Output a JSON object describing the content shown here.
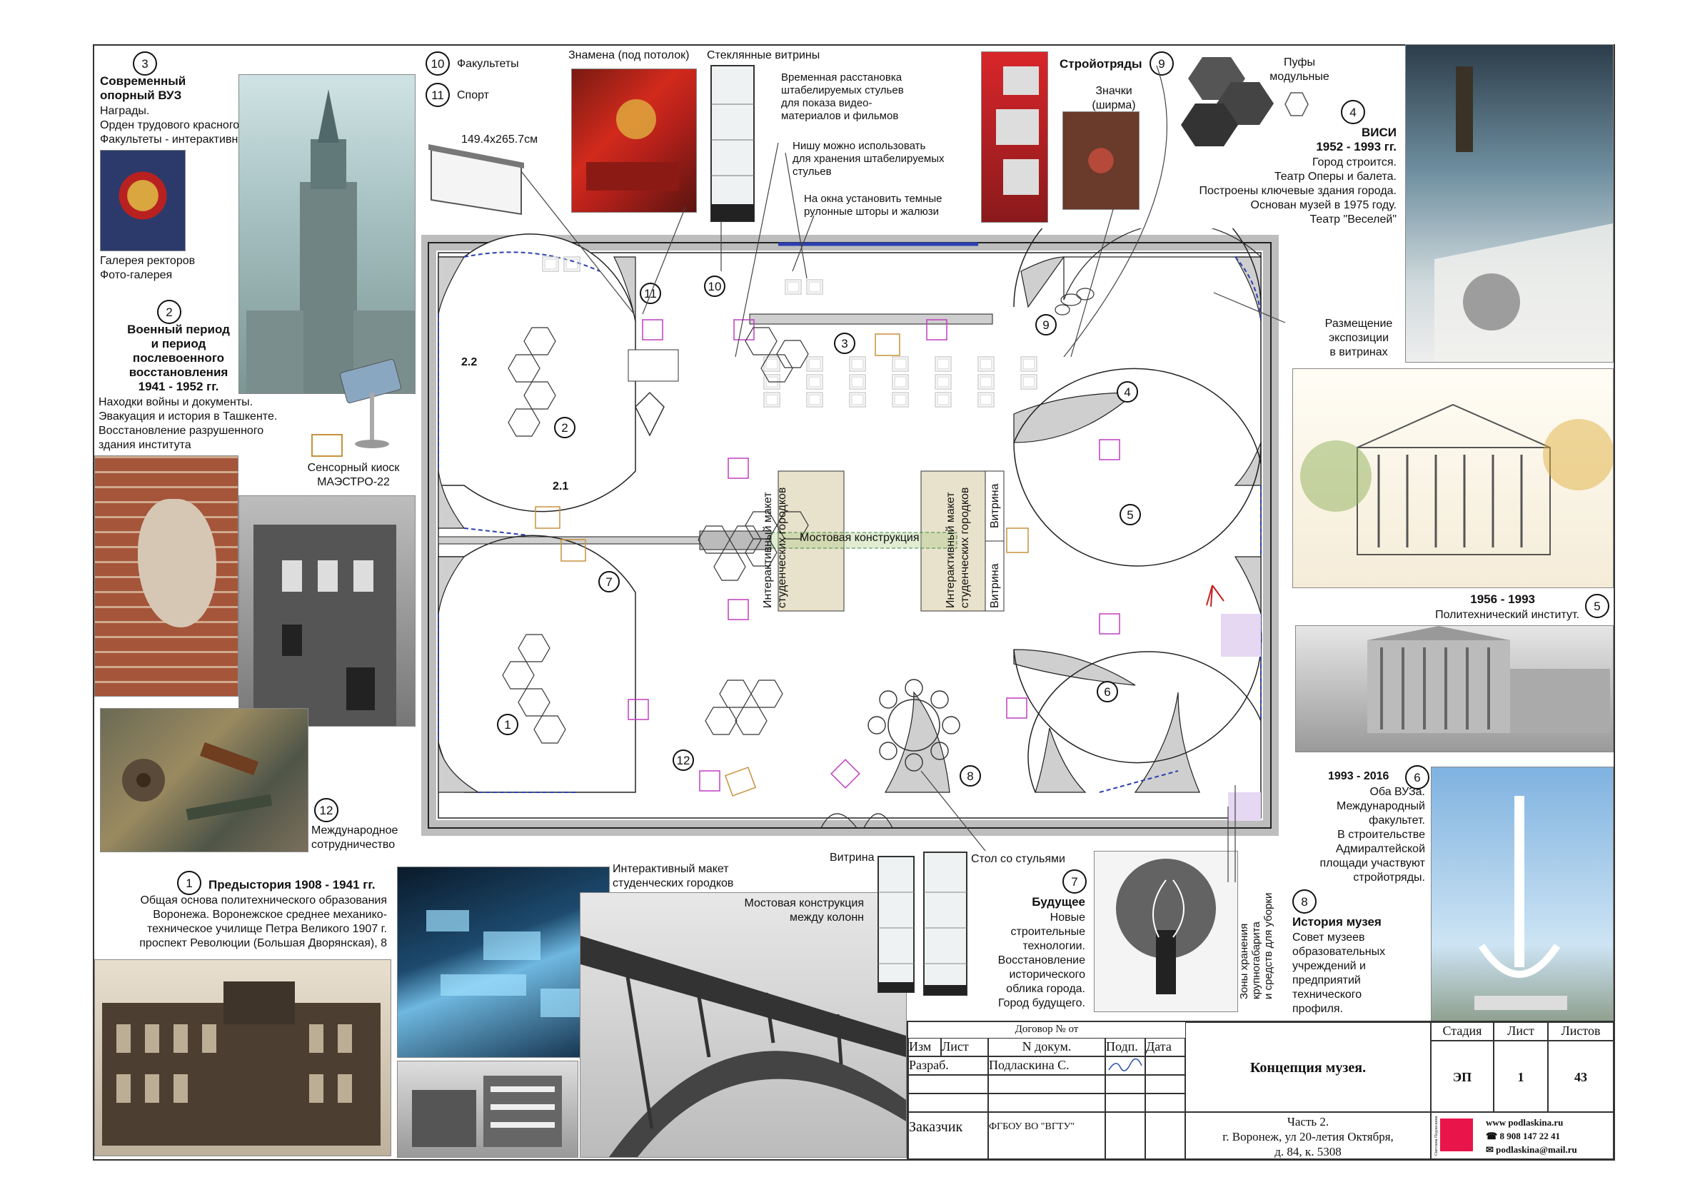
{
  "sections": {
    "s3": {
      "num": "3",
      "title": "Современный\nопорный ВУЗ",
      "body": "Награды.\nОрден трудового красного знамени\nФакультеты - интерактивная часть.",
      "extra": "Галерея ректоров\nФото-галерея"
    },
    "s2": {
      "num": "2",
      "title": "Военный период\nи период\nпослевоенного\nвосстановления\n1941 - 1952 гг.",
      "body": "Находки войны и документы.\nЭвакуация и история в Ташкенте.\nВосстановление разрушенного\nздания института"
    },
    "kiosk": "Сенсорный киоск\nМАЭСТРО-22",
    "s12": {
      "num": "12",
      "label": "Международное\nсотрудничество"
    },
    "s1": {
      "num": "1",
      "title": "Предыстория 1908 - 1941 гг.",
      "body": "Общая основа политехнического образования\nВоронежа. Воронежское среднее механико-\nтехническое училище Петра Великого 1907 г.\nпроспект Революции (Большая Дворянская), 8"
    },
    "s10": {
      "num": "10",
      "label": "Факультеты"
    },
    "s11": {
      "num": "11",
      "label": "Спорт"
    },
    "screen": "149.4x265.7см",
    "banners": "Знамена (под потолок)",
    "vitrines": "Стеклянные витрины",
    "note1": "Временная расстановка\nштабелируемых стульев\nдля показа видео-\nматериалов и фильмов",
    "note2": "Нишу можно использовать\nдля хранения штабелируемых\nстульев",
    "note3": "На окна установить темные\nрулонные шторы и жалюзи",
    "s9": {
      "num": "9",
      "label": "Стройотряды",
      "badges": "Значки\n(ширма)"
    },
    "poufs": "Пуфы\nмодульные",
    "s4": {
      "num": "4",
      "title": "ВИСИ\n1952 - 1993 гг.",
      "body": "Город строится.\nТеатр Оперы и балета.\nПостроены ключевые здания города.\nОснован музей в 1975 году.\nТеатр \"Веселей\""
    },
    "placement": "Размещение\nэкспозиции\nв витринах",
    "s5": {
      "num": "5",
      "title": "1956 - 1993",
      "body": "Политехнический институт."
    },
    "s6": {
      "num": "6",
      "title": "1993 - 2016",
      "body": "Оба ВУЗа.\nМеждународный\nфакультет.\nВ строительстве\nАдмиралтейской\nплощади участвуют\nстройотряды."
    },
    "s8": {
      "num": "8",
      "title": "История музея",
      "body": "Совет музеев\nобразовательных\nучреждений и\nпредприятий\nтехнического\nпрофиля."
    },
    "s7": {
      "num": "7",
      "title": "Будущее",
      "body": "Новые\nстроительные\nтехнологии.\nВосстановление\nисторического\nоблика города.\nГород будущего."
    },
    "vitrina_lbl": "Витрина",
    "table_chairs": "Стол со стульями",
    "storage": "Зоны хранения\nкрупногабарита\nи средств для уборки",
    "model_lbl": "Интерактивный макет\nстуденческих городков",
    "bridge_lbl": "Мостовая конструкция\nмежду колонн",
    "plan": {
      "zone22": "2.2",
      "zone21": "2.1",
      "bridge": "Мостовая конструкция",
      "model_v": "Интерактивный макет\nстуденческих городков",
      "vitrina_v": "Витрина",
      "n1": "1",
      "n2": "2",
      "n3": "3",
      "n4": "4",
      "n5": "5",
      "n6": "6",
      "n7": "7",
      "n8": "8",
      "n9": "9",
      "n10": "10",
      "n11": "11",
      "n12": "12"
    },
    "seal": "Светлана\nПодласкина\nдизайн\nинтерьера"
  },
  "titleblock": {
    "contract": "Договор №  от",
    "h_izm": "Изм",
    "h_list": "Лист",
    "h_doc": "N докум.",
    "h_sign": "Подп.",
    "h_date": "Дата",
    "razrab": "Разраб.",
    "author": "Подласкина С.",
    "customer_lbl": "Заказчик",
    "customer": "ФГБОУ ВО \"ВГТУ\"",
    "title": "Концепция музея.",
    "address": "Часть 2.\nг. Воронеж, ул 20-летия Октября,\nд. 84, к. 5308",
    "stage_h": "Стадия",
    "sheet_h": "Лист",
    "sheets_h": "Листов",
    "stage": "ЭП",
    "sheet": "1",
    "sheets": "43",
    "site": "www podlaskina.ru",
    "phone": "8 908 147 22 41",
    "email": "podlaskina@mail.ru"
  },
  "colors": {
    "wall": "#cfcfcf",
    "accent_pink": "#c03fc0",
    "accent_orange": "#c8913a",
    "window": "#2b3fb0",
    "model_fill": "#e8e2cc",
    "storage": "#e6d8f3",
    "logo": "#e8154a"
  }
}
